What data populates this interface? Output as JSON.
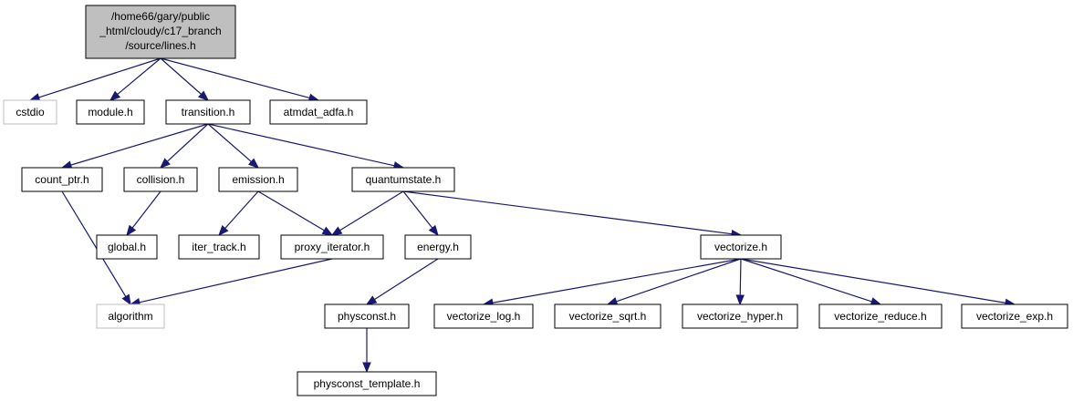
{
  "graph": {
    "root_label_lines": [
      "/home66/gary/public",
      "_html/cloudy/c17_branch",
      "/source/lines.h"
    ],
    "nodes": [
      {
        "id": "cstdio",
        "label": "cstdio",
        "external": true
      },
      {
        "id": "module",
        "label": "module.h",
        "external": false
      },
      {
        "id": "transition",
        "label": "transition.h",
        "external": false
      },
      {
        "id": "atmdat_adfa",
        "label": "atmdat_adfa.h",
        "external": false
      },
      {
        "id": "count_ptr",
        "label": "count_ptr.h",
        "external": false
      },
      {
        "id": "collision",
        "label": "collision.h",
        "external": false
      },
      {
        "id": "emission",
        "label": "emission.h",
        "external": false
      },
      {
        "id": "quantumstate",
        "label": "quantumstate.h",
        "external": false
      },
      {
        "id": "global",
        "label": "global.h",
        "external": false
      },
      {
        "id": "iter_track",
        "label": "iter_track.h",
        "external": false
      },
      {
        "id": "proxy_iterator",
        "label": "proxy_iterator.h",
        "external": false
      },
      {
        "id": "energy",
        "label": "energy.h",
        "external": false
      },
      {
        "id": "vectorize",
        "label": "vectorize.h",
        "external": false
      },
      {
        "id": "algorithm",
        "label": "algorithm",
        "external": true
      },
      {
        "id": "physconst",
        "label": "physconst.h",
        "external": false
      },
      {
        "id": "vectorize_log",
        "label": "vectorize_log.h",
        "external": false
      },
      {
        "id": "vectorize_sqrt",
        "label": "vectorize_sqrt.h",
        "external": false
      },
      {
        "id": "vectorize_hyper",
        "label": "vectorize_hyper.h",
        "external": false
      },
      {
        "id": "vectorize_reduce",
        "label": "vectorize_reduce.h",
        "external": false
      },
      {
        "id": "vectorize_exp",
        "label": "vectorize_exp.h",
        "external": false
      },
      {
        "id": "physconst_template",
        "label": "physconst_template.h",
        "external": false
      }
    ],
    "edges": [
      [
        "root",
        "cstdio"
      ],
      [
        "root",
        "module"
      ],
      [
        "root",
        "transition"
      ],
      [
        "root",
        "atmdat_adfa"
      ],
      [
        "transition",
        "count_ptr"
      ],
      [
        "transition",
        "collision"
      ],
      [
        "transition",
        "emission"
      ],
      [
        "transition",
        "quantumstate"
      ],
      [
        "count_ptr",
        "algorithm"
      ],
      [
        "collision",
        "global"
      ],
      [
        "emission",
        "iter_track"
      ],
      [
        "emission",
        "proxy_iterator"
      ],
      [
        "quantumstate",
        "proxy_iterator"
      ],
      [
        "quantumstate",
        "energy"
      ],
      [
        "quantumstate",
        "vectorize"
      ],
      [
        "proxy_iterator",
        "algorithm"
      ],
      [
        "energy",
        "physconst"
      ],
      [
        "physconst",
        "physconst_template"
      ],
      [
        "vectorize",
        "vectorize_log"
      ],
      [
        "vectorize",
        "vectorize_sqrt"
      ],
      [
        "vectorize",
        "vectorize_hyper"
      ],
      [
        "vectorize",
        "vectorize_reduce"
      ],
      [
        "vectorize",
        "vectorize_exp"
      ]
    ],
    "colors": {
      "edge": "#191970",
      "root_fill": "#bfbfbf",
      "external_border": "#bfbfbf",
      "border": "#000000"
    }
  }
}
